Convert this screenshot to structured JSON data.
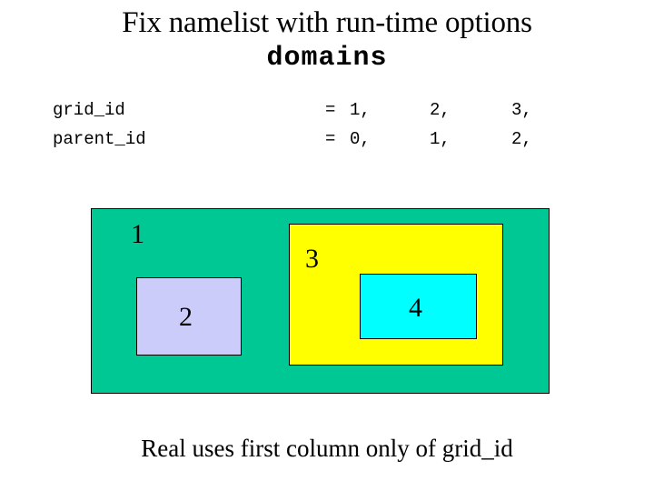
{
  "slide": {
    "background_color": "#FFFFFF",
    "title_main": "Fix namelist with run-time options",
    "title_sub": "domains",
    "caption": "Real uses first column only of grid_id"
  },
  "namelist": {
    "rows": [
      {
        "key": "grid_id",
        "eq": "=",
        "v1": "1,",
        "v2": "2,",
        "v3": "3,"
      },
      {
        "key": "parent_id",
        "eq": "=",
        "v1": "0,",
        "v2": "1,",
        "v3": "2,"
      }
    ]
  },
  "diagram": {
    "type": "nested-domain-boxes",
    "boxes": [
      {
        "label": "1",
        "grid_id": 1,
        "parent_id": 0,
        "color": "#00C894",
        "color_name": "spring-green",
        "border_color": "#000000"
      },
      {
        "label": "2",
        "grid_id": 2,
        "parent_id": 1,
        "color": "#CCCCFA",
        "color_name": "lavender",
        "border_color": "#000000"
      },
      {
        "label": "3",
        "grid_id": 3,
        "parent_id": 1,
        "color": "#FFFF00",
        "color_name": "yellow",
        "border_color": "#000000"
      },
      {
        "label": "4",
        "grid_id": 4,
        "parent_id": 3,
        "color": "#00FFFF",
        "color_name": "cyan",
        "border_color": "#000000"
      }
    ]
  }
}
